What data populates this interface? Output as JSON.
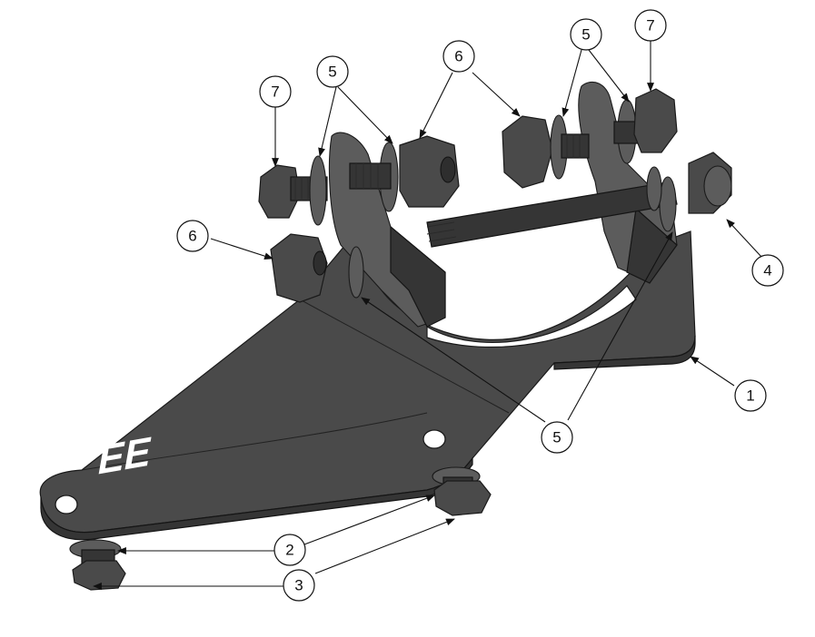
{
  "callouts": [
    {
      "id": "c1",
      "label": "1"
    },
    {
      "id": "c2",
      "label": "2"
    },
    {
      "id": "c3",
      "label": "3"
    },
    {
      "id": "c4",
      "label": "4"
    },
    {
      "id": "c5a",
      "label": "5"
    },
    {
      "id": "c5b",
      "label": "5"
    },
    {
      "id": "c5c",
      "label": "5"
    },
    {
      "id": "c5d",
      "label": "5"
    },
    {
      "id": "c6a",
      "label": "6"
    },
    {
      "id": "c6b",
      "label": "6"
    },
    {
      "id": "c7a",
      "label": "7"
    },
    {
      "id": "c7b",
      "label": "7"
    }
  ],
  "logo_text": "EE",
  "colors": {
    "part": "#4a4a4a",
    "line": "#111111",
    "background": "#ffffff"
  }
}
